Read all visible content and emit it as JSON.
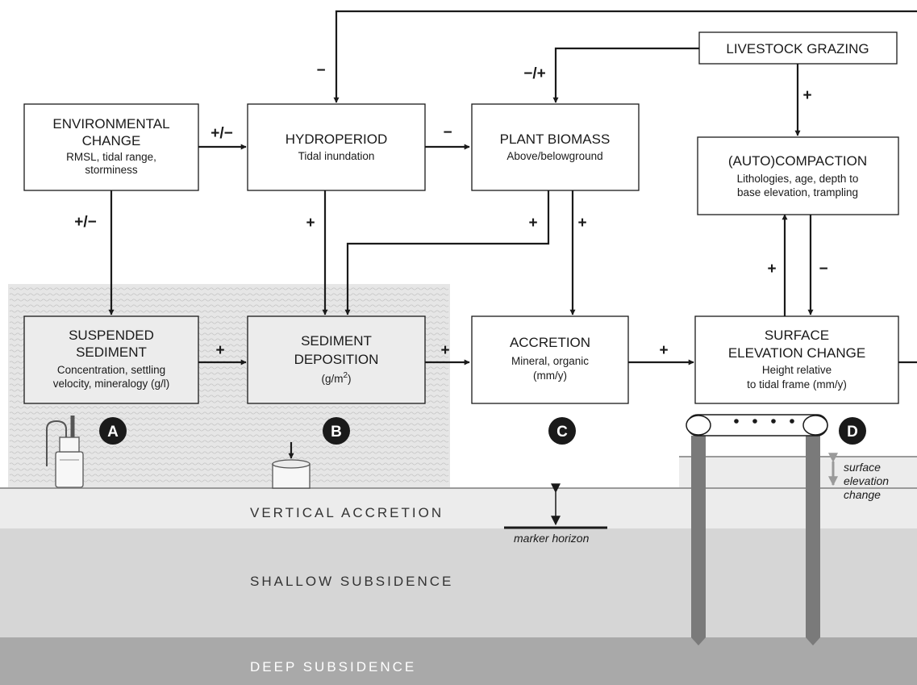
{
  "boxes": {
    "environmental_change": {
      "title": [
        "ENVIRONMENTAL",
        "CHANGE"
      ],
      "sub": [
        "RMSL, tidal range,",
        "storminess"
      ]
    },
    "hydroperiod": {
      "title": [
        "HYDROPERIOD"
      ],
      "sub": [
        "Tidal inundation"
      ]
    },
    "plant_biomass": {
      "title": [
        "PLANT BIOMASS"
      ],
      "sub": [
        "Above/belowground"
      ]
    },
    "livestock_grazing": {
      "title": [
        "LIVESTOCK GRAZING"
      ]
    },
    "autocompaction": {
      "title": [
        "(AUTO)COMPACTION"
      ],
      "sub": [
        "Lithologies, age, depth to",
        "base elevation, trampling"
      ]
    },
    "suspended_sediment": {
      "title": [
        "SUSPENDED",
        "SEDIMENT"
      ],
      "sub": [
        "Concentration, settling",
        "velocity, mineralogy (g/l)"
      ]
    },
    "sediment_deposition": {
      "title": [
        "SEDIMENT",
        "DEPOSITION"
      ],
      "sub_base": "(g/m",
      "sub_sup": "2",
      "sub_end": ")"
    },
    "accretion": {
      "title": [
        "ACCRETION"
      ],
      "sub": [
        "Mineral, organic",
        "(mm/y)"
      ]
    },
    "surface_elevation_change": {
      "title": [
        "SURFACE",
        "ELEVATION CHANGE"
      ],
      "sub": [
        "Height relative",
        "to tidal frame (mm/y)"
      ]
    }
  },
  "signs": {
    "hydro_feedback": "−",
    "grazing_to_biomass": "−/+",
    "grazing_to_compaction": "+",
    "env_to_hydro": "+/−",
    "hydro_to_biomass": "−",
    "env_to_suspended": "+/−",
    "hydro_to_deposition": "+",
    "biomass_to_deposition": "+",
    "biomass_to_accretion": "+",
    "compaction_up": "+",
    "compaction_down": "−",
    "suspended_to_deposition": "+",
    "deposition_to_accretion": "+",
    "accretion_to_sec": "+"
  },
  "badges": [
    "A",
    "B",
    "C",
    "D"
  ],
  "layers": {
    "vertical_accretion": "VERTICAL ACCRETION",
    "shallow_subsidence": "SHALLOW SUBSIDENCE",
    "deep_subsidence": "DEEP SUBSIDENCE"
  },
  "labels": {
    "marker_horizon": "marker horizon",
    "sec_label": [
      "surface",
      "elevation",
      "change"
    ]
  },
  "colors": {
    "water": "#e6e6e6",
    "vertical_accretion": "#ececec",
    "shallow_subsidence": "#d6d6d6",
    "deep_subsidence": "#a9a9a9",
    "rod": "#7a7a7a",
    "badge": "#1a1a1a"
  }
}
